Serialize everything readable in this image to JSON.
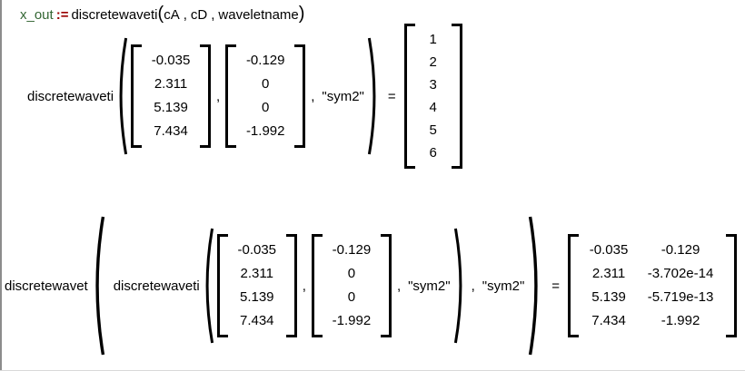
{
  "colors": {
    "variable_green": "#336633",
    "assign_red": "#990000",
    "text": "#000000",
    "window_edge_gray": "#8c8c8c"
  },
  "definition": {
    "variable": "x_out",
    "assign": ":=",
    "function": "discretewaveti",
    "open_paren": "(",
    "arg1": "cA",
    "comma1": ",",
    "arg2": "cD",
    "comma2": ",",
    "arg3": "waveletname",
    "close_paren": ")"
  },
  "expr1": {
    "function": "discretewaveti",
    "m1": [
      "-0.035",
      "2.311",
      "5.139",
      "7.434"
    ],
    "comma1": ",",
    "m2": [
      "-0.129",
      "0",
      "0",
      "-1.992"
    ],
    "comma2": ",",
    "string_arg": "\"sym2\"",
    "equals": "=",
    "result": [
      "1",
      "2",
      "3",
      "4",
      "5",
      "6"
    ]
  },
  "expr2": {
    "outer_function": "discretewavet",
    "inner_function": "discretewaveti",
    "m1": [
      "-0.035",
      "2.311",
      "5.139",
      "7.434"
    ],
    "comma1": ",",
    "m2": [
      "-0.129",
      "0",
      "0",
      "-1.992"
    ],
    "comma2": ",",
    "inner_string_arg": "\"sym2\"",
    "comma3": ",",
    "outer_string_arg": "\"sym2\"",
    "equals": "=",
    "result": [
      [
        "-0.035",
        "-0.129"
      ],
      [
        "2.311",
        "-3.702e-14"
      ],
      [
        "5.139",
        "-5.719e-13"
      ],
      [
        "7.434",
        "-1.992"
      ]
    ]
  }
}
